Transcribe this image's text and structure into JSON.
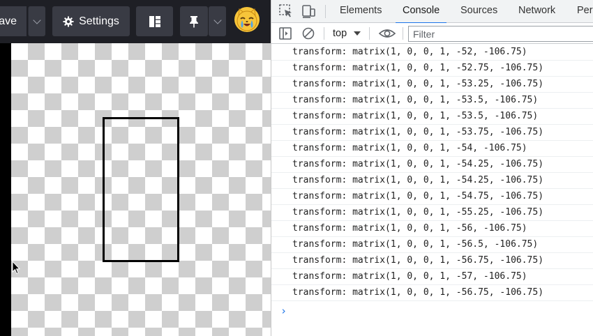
{
  "toolbar": {
    "save_label": "Save",
    "settings_label": "Settings"
  },
  "devtools": {
    "tabs": [
      {
        "label": "Elements"
      },
      {
        "label": "Console"
      },
      {
        "label": "Sources"
      },
      {
        "label": "Network"
      },
      {
        "label": "Per"
      }
    ],
    "active_tab": "Console",
    "context": "top",
    "filter_placeholder": "Filter"
  },
  "console": {
    "lines": [
      "transform: matrix(1, 0, 0, 1, -52, -106.75)",
      "transform: matrix(1, 0, 0, 1, -52.75, -106.75)",
      "transform: matrix(1, 0, 0, 1, -53.25, -106.75)",
      "transform: matrix(1, 0, 0, 1, -53.5, -106.75)",
      "transform: matrix(1, 0, 0, 1, -53.5, -106.75)",
      "transform: matrix(1, 0, 0, 1, -53.75, -106.75)",
      "transform: matrix(1, 0, 0, 1, -54, -106.75)",
      "transform: matrix(1, 0, 0, 1, -54.25, -106.75)",
      "transform: matrix(1, 0, 0, 1, -54.25, -106.75)",
      "transform: matrix(1, 0, 0, 1, -54.75, -106.75)",
      "transform: matrix(1, 0, 0, 1, -55.25, -106.75)",
      "transform: matrix(1, 0, 0, 1, -56, -106.75)",
      "transform: matrix(1, 0, 0, 1, -56.5, -106.75)",
      "transform: matrix(1, 0, 0, 1, -56.75, -106.75)",
      "transform: matrix(1, 0, 0, 1, -57, -106.75)",
      "transform: matrix(1, 0, 0, 1, -56.75, -106.75)"
    ],
    "prompt": "›"
  },
  "colors": {
    "toolbar_bg": "#1e1f25",
    "button_bg": "#393b44",
    "devtools_accent": "#1a73e8"
  }
}
